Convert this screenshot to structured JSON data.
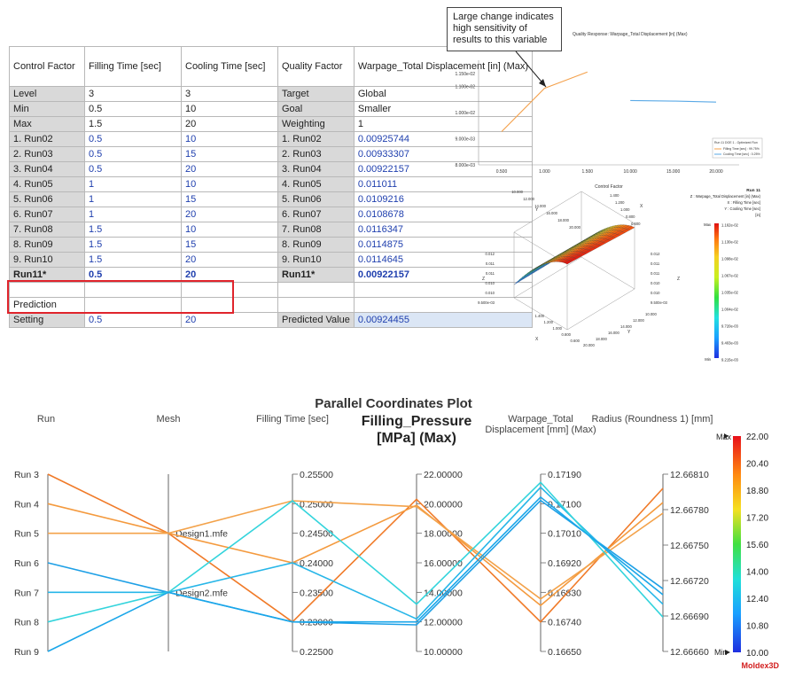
{
  "table": {
    "headers": [
      "Control Factor",
      "Filling Time [sec]",
      "Cooling Time [sec]",
      "Quality Factor",
      "Warpage_Total Displacement [in] (Max)"
    ],
    "rows": [
      [
        "Level",
        "3",
        "3",
        "Target",
        "Global"
      ],
      [
        "Min",
        "0.5",
        "10",
        "Goal",
        "Smaller"
      ],
      [
        "Max",
        "1.5",
        "20",
        "Weighting",
        "1"
      ],
      [
        "1. Run02",
        "0.5",
        "10",
        "1. Run02",
        "0.00925744"
      ],
      [
        "2. Run03",
        "0.5",
        "15",
        "2. Run03",
        "0.00933307"
      ],
      [
        "3. Run04",
        "0.5",
        "20",
        "3. Run04",
        "0.00922157"
      ],
      [
        "4. Run05",
        "1",
        "10",
        "4. Run05",
        "0.011011"
      ],
      [
        "5. Run06",
        "1",
        "15",
        "5. Run06",
        "0.0109216"
      ],
      [
        "6. Run07",
        "1",
        "20",
        "6. Run07",
        "0.0108678"
      ],
      [
        "7. Run08",
        "1.5",
        "10",
        "7. Run08",
        "0.0116347"
      ],
      [
        "8. Run09",
        "1.5",
        "15",
        "8. Run09",
        "0.0114875"
      ],
      [
        "9. Run10",
        "1.5",
        "20",
        "9. Run10",
        "0.0114645"
      ],
      [
        "Run11*",
        "0.5",
        "20",
        "Run11*",
        "0.00922157"
      ]
    ],
    "prediction_label": "Prediction",
    "setting": [
      "Setting",
      "0.5",
      "20",
      "Predicted Value",
      "0.00924455"
    ]
  },
  "callout": "Large change indicates high sensitivity of results to this variable",
  "chart_data": [
    {
      "type": "line",
      "title": "Quality Response: Warpage_Total Displacement [in] (Max)",
      "xlabel": "Control Factor",
      "x_ticks": [
        "0.500",
        "1.000",
        "1.500",
        "10.000",
        "15.000",
        "20.000"
      ],
      "y_ticks": [
        "8.000e-03",
        "9.000e-03",
        "1.000e-02",
        "1.100e-02",
        "1.150e-02"
      ],
      "ylim": [
        0.008,
        0.012
      ],
      "series": [
        {
          "name": "Filling Time [sec] : 99.75%",
          "color": "#f4a04a",
          "x": [
            0.5,
            1.0,
            1.5
          ],
          "values": [
            0.00927,
            0.01093,
            0.01155
          ]
        },
        {
          "name": "Cooling Time [sec] : 0.25%",
          "color": "#5aa9e6",
          "x": [
            10,
            15,
            20
          ],
          "values": [
            0.01046,
            0.01044,
            0.0104
          ]
        }
      ],
      "legend": {
        "title": "Run 11 DOE 1 - Optimized Run",
        "position": "bottom-right"
      }
    },
    {
      "type": "surface",
      "title": "Run 11",
      "z_label": "Z : Warpage_Total Displacement [in] (Max)",
      "x_label": "X : Filling Time [sec]",
      "y_label": "Y : Cooling Time [sec]",
      "unit": "[in]",
      "colorbar": [
        "1.162e-02",
        "1.130e-02",
        "1.098e-02",
        "1.067e-02",
        "1.035e-02",
        "1.004e-02",
        "9.720e-03",
        "9.403e-03",
        "9.215e-03"
      ],
      "colorbar_max_label": "Max",
      "colorbar_min_label": "Min",
      "axis_ticks": {
        "y_back": [
          "10.000",
          "12.000",
          "14.000",
          "16.000",
          "18.000",
          "20.000"
        ],
        "x_back": [
          "1.400",
          "1.200",
          "1.000",
          "0.800",
          "0.600"
        ],
        "z_left": [
          "0.012",
          "0.011",
          "0.011",
          "0.010",
          "0.010",
          "9.500e-03"
        ],
        "z_right": [
          "0.012",
          "0.011",
          "0.011",
          "0.010",
          "0.010",
          "9.500e-03"
        ],
        "x_front": [
          "1.400",
          "1.200",
          "1.000",
          "0.800",
          "0.600"
        ],
        "y_front": [
          "10.000",
          "12.000",
          "14.000",
          "16.000",
          "18.000",
          "20.000"
        ]
      },
      "axis_letters": {
        "x": "X",
        "y": "Y",
        "z": "Z"
      }
    },
    {
      "type": "parallel",
      "title": "Parallel Coordinates Plot",
      "axes": [
        {
          "label": "Run",
          "type": "category",
          "ticks": [
            "Run 3",
            "Run 4",
            "Run 5",
            "Run 6",
            "Run 7",
            "Run 8",
            "Run 9"
          ]
        },
        {
          "label": "Mesh",
          "type": "category",
          "ticks": [
            "Design1.mfe",
            "Design2.mfe"
          ]
        },
        {
          "label": "Filling Time [sec]",
          "ticks": [
            "0.25500",
            "0.25000",
            "0.24500",
            "0.24000",
            "0.23500",
            "0.23000",
            "0.22500"
          ],
          "range": [
            0.225,
            0.255
          ]
        },
        {
          "label": "Filling_Pressure [MPa] (Max)",
          "ticks": [
            "22.00000",
            "20.00000",
            "18.00000",
            "16.00000",
            "14.00000",
            "12.00000",
            "10.00000"
          ],
          "range": [
            10,
            22
          ]
        },
        {
          "label": "Warpage_Total Displacement [mm] (Max)",
          "ticks": [
            "0.17190",
            "0.17100",
            "0.17010",
            "0.16920",
            "0.16830",
            "0.16740",
            "0.16650"
          ],
          "range": [
            0.1665,
            0.1719
          ]
        },
        {
          "label": "Radius (Roundness 1) [mm]",
          "ticks": [
            "12.66810",
            "12.66780",
            "12.66750",
            "12.66720",
            "12.66690",
            "12.66660"
          ],
          "range": [
            12.6666,
            12.6681
          ]
        }
      ],
      "lines": [
        {
          "run": "Run 3",
          "mesh": "Design1.mfe",
          "filling_time": 0.23,
          "filling_pressure": 20.3,
          "warpage": 0.1674,
          "radius": 12.66798,
          "color": "#f07a28"
        },
        {
          "run": "Run 4",
          "mesh": "Design1.mfe",
          "filling_time": 0.24,
          "filling_pressure": 19.9,
          "warpage": 0.1679,
          "radius": 12.66786,
          "color": "#f49a3e"
        },
        {
          "run": "Run 5",
          "mesh": "Design1.mfe",
          "filling_time": 0.2505,
          "filling_pressure": 19.8,
          "warpage": 0.1681,
          "radius": 12.66777,
          "color": "#f3a24a"
        },
        {
          "run": "Run 6",
          "mesh": "Design2.mfe",
          "filling_time": 0.23,
          "filling_pressure": 11.8,
          "warpage": 0.1711,
          "radius": 12.66713,
          "color": "#1ea0e6"
        },
        {
          "run": "Run 7",
          "mesh": "Design2.mfe",
          "filling_time": 0.24,
          "filling_pressure": 12.2,
          "warpage": 0.1715,
          "radius": 12.667,
          "color": "#27b6e8"
        },
        {
          "run": "Run 8",
          "mesh": "Design2.mfe",
          "filling_time": 0.2505,
          "filling_pressure": 13.2,
          "warpage": 0.17165,
          "radius": 12.66689,
          "color": "#34d4dc"
        },
        {
          "run": "Run 9",
          "mesh": "Design2.mfe",
          "filling_time": 0.23,
          "filling_pressure": 12.0,
          "warpage": 0.1712,
          "radius": 12.66708,
          "color": "#1aa6e9"
        }
      ],
      "colorbar": {
        "labels": [
          "22.00",
          "20.40",
          "18.80",
          "17.20",
          "15.60",
          "14.00",
          "12.40",
          "10.80",
          "10.00"
        ],
        "max_label": "Max",
        "min_label": "Min"
      },
      "brand": "Moldex3D"
    }
  ]
}
